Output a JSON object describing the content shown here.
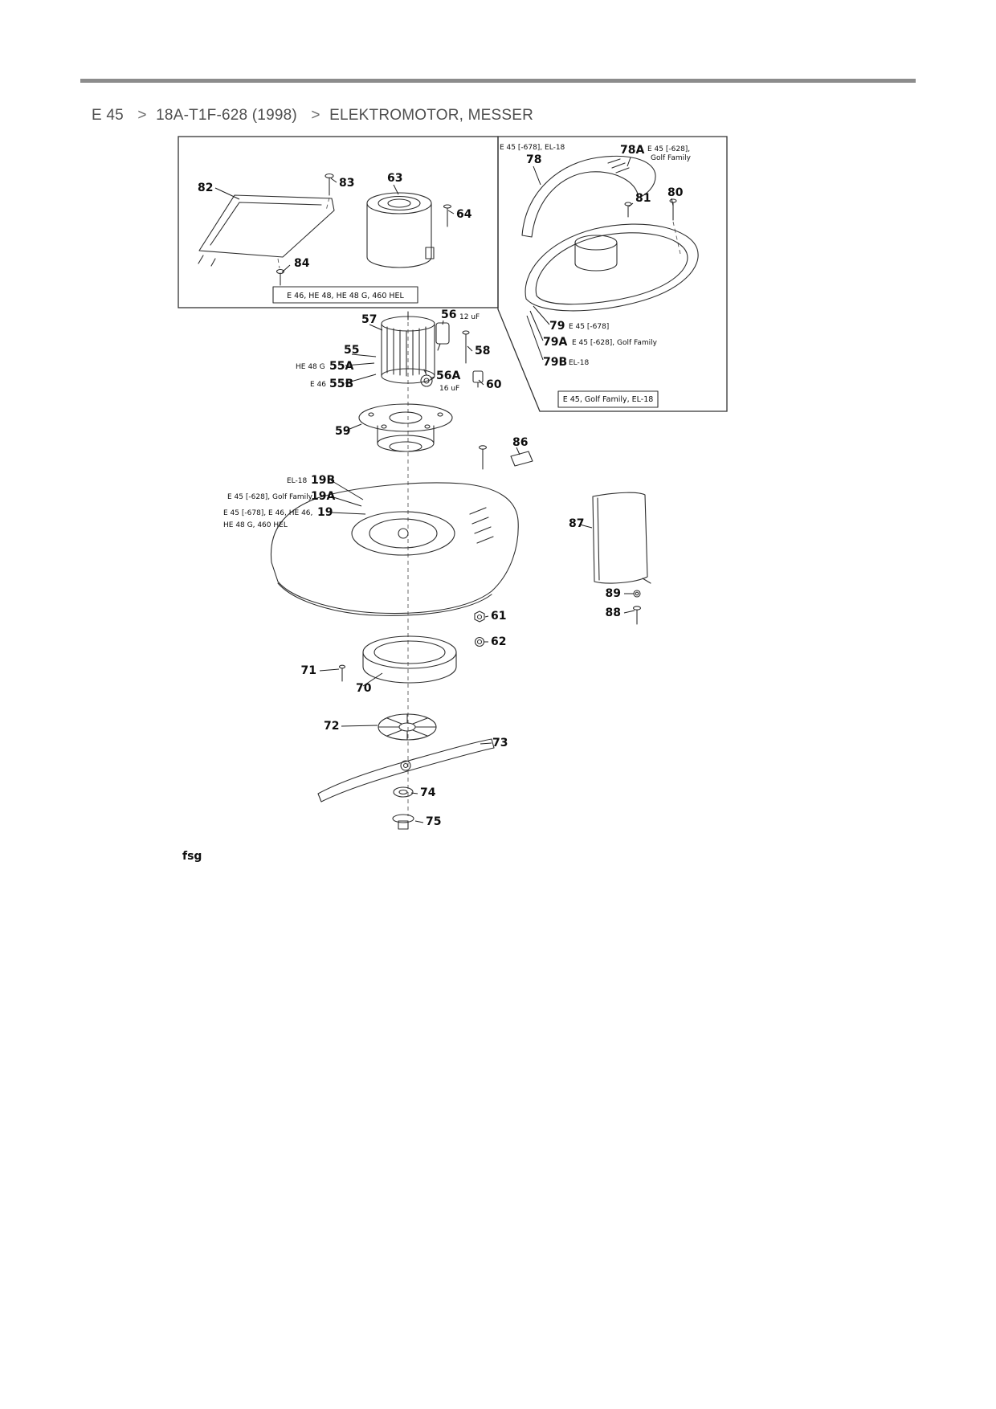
{
  "breadcrumb": {
    "model": "E 45",
    "sep": ">",
    "part": "18A-T1F-628 (1998)",
    "section": "ELEKTROMOTOR, MESSER"
  },
  "notes": {
    "left_box": "E 46, HE 48, HE 48 G, 460 HEL",
    "right_box": "E 45, Golf Family, EL-18",
    "right_top": "E 45 [-678], EL-18",
    "cap56": "12 uF",
    "cap56a": "16 uF",
    "n55a": "HE 48 G",
    "n55b": "E 46",
    "n78a_1": "E 45 [-628],",
    "n78a_2": "Golf Family",
    "n79": "E 45 [-678]",
    "n79a": "E 45 [-628], Golf Family",
    "n79b": "EL-18",
    "n19b": "EL-18",
    "n19a": "E 45 [-628], Golf Family",
    "n19_1": "E 45 [-678], E 46, HE 46,",
    "n19_2": "HE 48 G, 460 HEL"
  },
  "callouts": {
    "c82": "82",
    "c83": "83",
    "c63": "63",
    "c64": "64",
    "c84": "84",
    "c78": "78",
    "c78a": "78A",
    "c80": "80",
    "c81": "81",
    "c79": "79",
    "c79a": "79A",
    "c79b": "79B",
    "c55": "55",
    "c55a": "55A",
    "c55b": "55B",
    "c56": "56",
    "c56a": "56A",
    "c57": "57",
    "c58": "58",
    "c59": "59",
    "c60": "60",
    "c86": "86",
    "c19": "19",
    "c19a": "19A",
    "c19b": "19B",
    "c87": "87",
    "c88": "88",
    "c89": "89",
    "c61": "61",
    "c62": "62",
    "c70": "70",
    "c71": "71",
    "c72": "72",
    "c73": "73",
    "c74": "74",
    "c75": "75"
  },
  "footer": {
    "sig": "fsg"
  }
}
